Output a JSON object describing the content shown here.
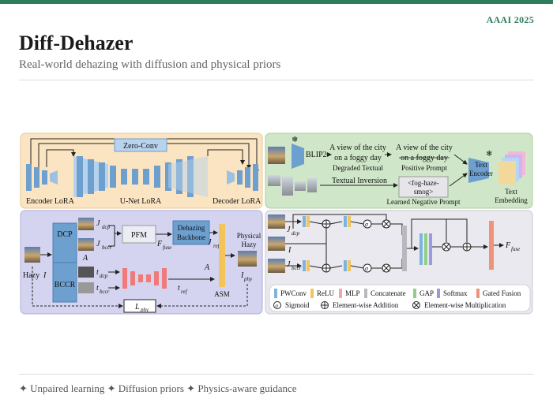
{
  "header": {
    "conference": "AAAI 2025",
    "title": "Diff-Dehazer",
    "subtitle": "Real-world dehazing with diffusion and physical priors"
  },
  "footer": {
    "text": "✦ Unpaired learning ✦ Diffusion priors ✦ Physics-aware guidance"
  },
  "diagram": {
    "top_left": {
      "zero_conv": "Zero-Conv",
      "encoder_lora": "Encoder LoRA",
      "unet_lora": "U-Net LoRA",
      "decoder_lora": "Decoder LoRA"
    },
    "top_right": {
      "blip2": "BLIP2",
      "degraded_text_l1": "A view of the city",
      "degraded_text_l2": "on a foggy day",
      "degraded_textual": "Degraded Textual",
      "positive_text_l1": "A view of the city",
      "positive_text_l2": "on a foggy day",
      "positive_prompt": "Positive Prompt",
      "textual_inversion": "Textual Inversion",
      "neg_token_l1": "<fog-haze-",
      "neg_token_l2": "smog>",
      "learned_negative_prompt": "Learned Negative Prompt",
      "text_encoder_l1": "Text",
      "text_encoder_l2": "Encoder",
      "text_embedding_l1": "Text",
      "text_embedding_l2": "Embedding"
    },
    "bottom_left": {
      "dcp": "DCP",
      "bccr": "BCCR",
      "hazy_label": "Hazy",
      "hazy_sym": "I",
      "j_dcp": "J",
      "j_dcp_sub": "dcp",
      "j_bccr": "J",
      "j_bccr_sub": "bccr",
      "a_sym": "A",
      "t_dcp": "t",
      "t_dcp_sub": "dcp",
      "t_bccr": "t",
      "t_bccr_sub": "bccr",
      "pfm": "PFM",
      "f_fuse": "F",
      "f_fuse_sub": "fuse",
      "dehazing_l1": "Dehazing",
      "dehazing_l2": "Backbone",
      "j_ref": "J",
      "j_ref_sub": "ref",
      "a_sym2": "A",
      "t_ref": "t",
      "t_ref_sub": "ref",
      "asm": "ASM",
      "physical_l1": "Physical",
      "physical_l2": "Hazy",
      "i_phy": "I",
      "i_phy_sub": "phy",
      "l_phy": "L",
      "l_phy_sub": "phy"
    },
    "bottom_right": {
      "in1": "J",
      "in1_sub": "dcp",
      "in2": "I",
      "in3": "J",
      "in3_sub": "bccr",
      "out": "F",
      "out_sub": "fuse",
      "legend": {
        "pwconv": "PWConv",
        "relu": "ReLU",
        "mlp": "MLP",
        "concatenate": "Concatenate",
        "gap": "GAP",
        "softmax": "Softmax",
        "gated_fusion": "Gated Fusion",
        "sigmoid": "Sigmoid",
        "addition": "Element-wise Addition",
        "multiplication": "Element-wise Multiplication"
      }
    },
    "colors": {
      "panel_orange": "#fbe4c2",
      "panel_green": "#cfe7c8",
      "panel_purple": "#d4d4f0",
      "panel_gray": "#e9e9ef",
      "block_blue": "#6d9fcf",
      "pwconv": "#7eb3e0",
      "relu": "#f2c45a",
      "mlp": "#f2a6a6",
      "concatenate": "#b8b8c0",
      "gap": "#8fcf8a",
      "softmax": "#9a9ae0",
      "gated_fusion": "#ee9577"
    }
  }
}
